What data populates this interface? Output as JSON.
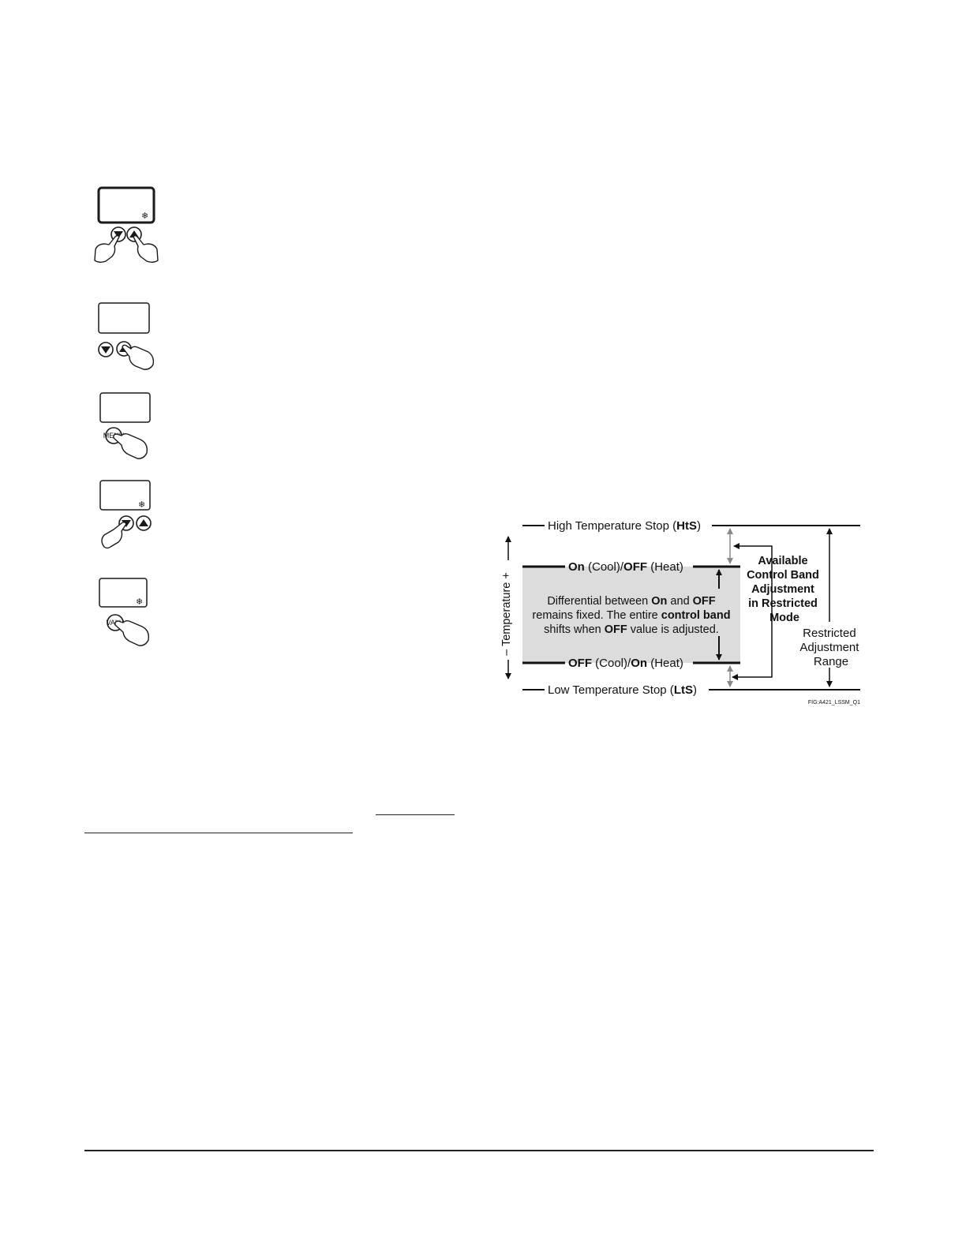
{
  "steps": [
    {
      "icon": "hand-pressing-down-and-up-buttons-icon",
      "display_snowflake": true
    },
    {
      "icon": "hand-pressing-up-button-icon",
      "display_snowflake": false
    },
    {
      "icon": "hand-pressing-menu-button-icon",
      "button_label": "MENU",
      "display_snowflake": false
    },
    {
      "icon": "hand-pressing-down-button-icon",
      "display_snowflake": true
    },
    {
      "icon": "hand-pressing-value-button-icon",
      "button_label": "VALU",
      "display_snowflake": true
    }
  ],
  "diagram": {
    "hts": {
      "prefix": "High Temperature Stop (",
      "bold": "HtS",
      "suffix": ")"
    },
    "lts": {
      "prefix": "Low Temperature Stop (",
      "bold": "LtS",
      "suffix": ")"
    },
    "on_line": {
      "b1": "On",
      "t1": " (Cool)/",
      "b2": "OFF",
      "t2": " (Heat)"
    },
    "off_line": {
      "b1": "OFF",
      "t1": " (Cool)/",
      "b2": "On",
      "t2": " (Heat)"
    },
    "band_text": {
      "l1a": "Differential between ",
      "l1b": "On",
      "l1c": " and ",
      "l1d": "OFF",
      "l2a": "remains fixed. The entire ",
      "l2b": "control band",
      "l3a": "shifts when ",
      "l3b": "OFF",
      "l3c": " value is adjusted."
    },
    "axis_label": "– Temperature +",
    "available": [
      "Available",
      "Control Band",
      "Adjustment",
      "in Restricted",
      "Mode"
    ],
    "restricted": [
      "Restricted",
      "Adjustment",
      "Range"
    ],
    "figure_id": "FIG:A421_LSSM_Q1"
  }
}
